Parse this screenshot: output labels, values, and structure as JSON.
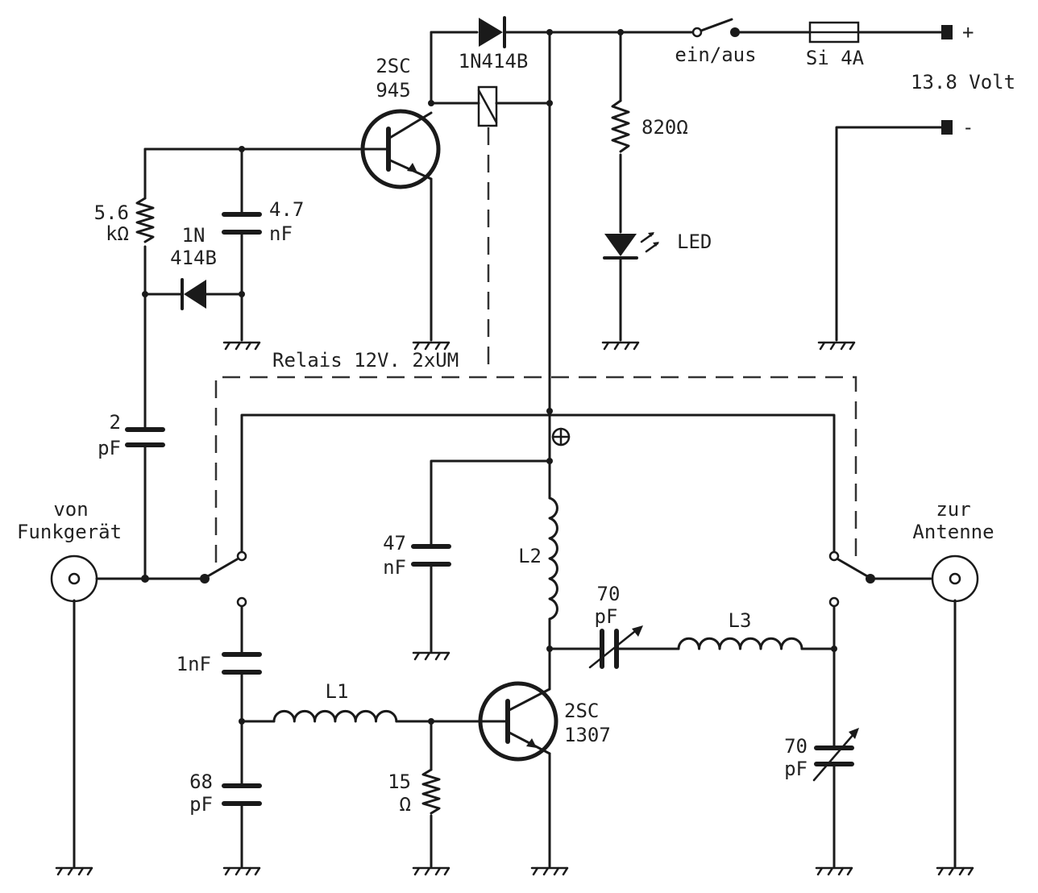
{
  "labels": {
    "q1_type": "2SC",
    "q1_num": "945",
    "d1": "1N414B",
    "switch": "ein/aus",
    "fuse": "Si 4A",
    "supply": "13.8 Volt",
    "plus": "+",
    "minus": "-",
    "r_led": "820Ω",
    "led": "LED",
    "r1_val": "5.6",
    "r1_unit": "kΩ",
    "c1_val": "4.7",
    "c1_unit": "nF",
    "d2_l1": "1N",
    "d2_l2": "414B",
    "relay": "Relais 12V. 2xUM",
    "c2_val": "2",
    "c2_unit": "pF",
    "in_l1": "von",
    "in_l2": "Funkgerät",
    "out_l1": "zur",
    "out_l2": "Antenne",
    "c3_val": "47",
    "c3_unit": "nF",
    "l2": "L2",
    "c4_val": "70",
    "c4_unit": "pF",
    "l3": "L3",
    "c5": "1nF",
    "l1": "L1",
    "q2_type": "2SC",
    "q2_num": "1307",
    "c6_val": "70",
    "c6_unit": "pF",
    "c7_val": "68",
    "c7_unit": "pF",
    "r2_val": "15",
    "r2_unit": "Ω"
  }
}
